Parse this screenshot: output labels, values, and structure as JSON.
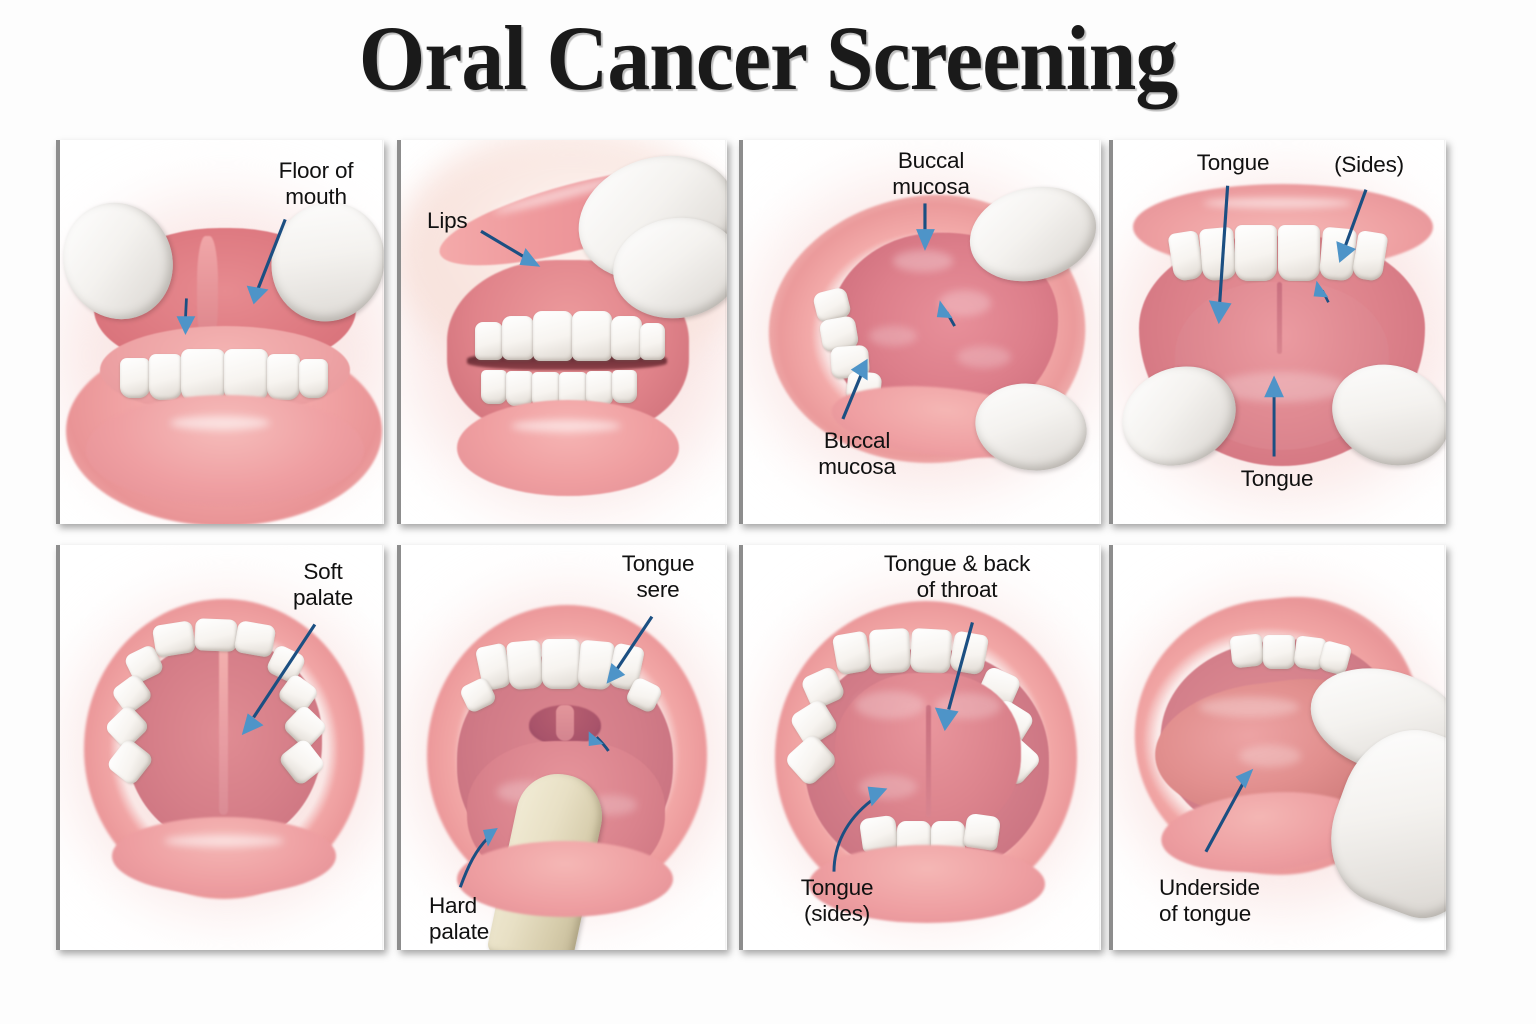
{
  "page": {
    "title": "Oral Cancer Screening",
    "background_color": "#ffffff",
    "title_color": "#1a1a1a"
  },
  "style": {
    "arrow_shaft_color": "#1b4f82",
    "arrow_head_color": "#4e94c8",
    "label_color": "#111111",
    "panel_border_color": "#8d8d8d",
    "panel_background": "#ffffff"
  },
  "panels": [
    {
      "id": "panel-floor-of-mouth",
      "position": "row1-col1",
      "labels": [
        {
          "name": "label-floor-of-mouth",
          "text": "Floor of\nmouth",
          "align": "center"
        }
      ],
      "arrow_count": 2
    },
    {
      "id": "panel-lips",
      "position": "row1-col2",
      "labels": [
        {
          "name": "label-lips",
          "text": "Lips",
          "align": "left"
        }
      ],
      "arrow_count": 1
    },
    {
      "id": "panel-buccal-mucosa",
      "position": "row1-col3",
      "labels": [
        {
          "name": "label-buccal-mucosa-top",
          "text": "Buccal\nmucosa",
          "align": "center"
        },
        {
          "name": "label-buccal-mucosa-bottom",
          "text": "Buccal\nmucosa",
          "align": "center"
        }
      ],
      "arrow_count": 2
    },
    {
      "id": "panel-tongue-sides",
      "position": "row1-col4",
      "labels": [
        {
          "name": "label-tongue-top",
          "text": "Tongue",
          "align": "center"
        },
        {
          "name": "label-sides",
          "text": "(Sides)",
          "align": "center"
        },
        {
          "name": "label-tongue-bottom",
          "text": "Tongue",
          "align": "center"
        }
      ],
      "arrow_count": 3
    },
    {
      "id": "panel-soft-palate",
      "position": "row2-col1",
      "labels": [
        {
          "name": "label-soft-palate",
          "text": "Soft\npalate",
          "align": "center"
        }
      ],
      "arrow_count": 1
    },
    {
      "id": "panel-hard-palate",
      "position": "row2-col2",
      "labels": [
        {
          "name": "label-tongue-sere",
          "text": "Tongue\nsere",
          "align": "center"
        },
        {
          "name": "label-hard-palate",
          "text": "Hard\npalate",
          "align": "left"
        }
      ],
      "arrow_count": 3
    },
    {
      "id": "panel-tongue-back-of-throat",
      "position": "row2-col3",
      "labels": [
        {
          "name": "label-tongue-back-of-throat",
          "text": "Tongue & back\nof throat",
          "align": "center"
        },
        {
          "name": "label-tongue-sides",
          "text": "Tongue\n(sides)",
          "align": "center"
        }
      ],
      "arrow_count": 2
    },
    {
      "id": "panel-underside-of-tongue",
      "position": "row2-col4",
      "labels": [
        {
          "name": "label-underside-of-tongue",
          "text": "Underside\nof tongue",
          "align": "left"
        }
      ],
      "arrow_count": 1
    }
  ]
}
